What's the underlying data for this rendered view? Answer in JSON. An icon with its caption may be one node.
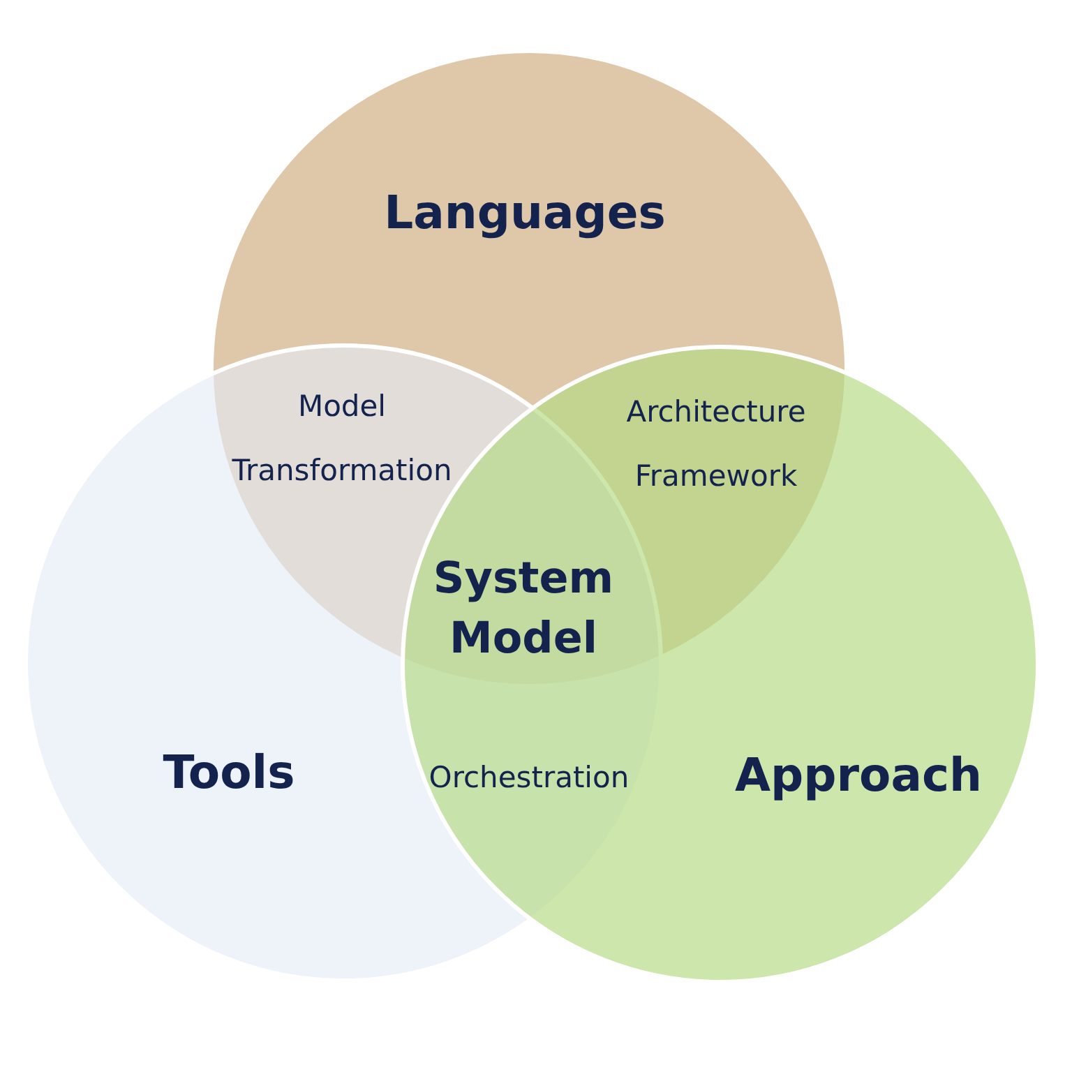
{
  "diagram": {
    "nodes": [
      {
        "text": [
          "Languages"
        ]
      },
      {
        "text": [
          "Tools"
        ]
      },
      {
        "text": [
          "Approach"
        ]
      }
    ],
    "labels": [
      "Model Transformation",
      "Architecture Framework",
      "System Model",
      "Orchestration"
    ]
  }
}
